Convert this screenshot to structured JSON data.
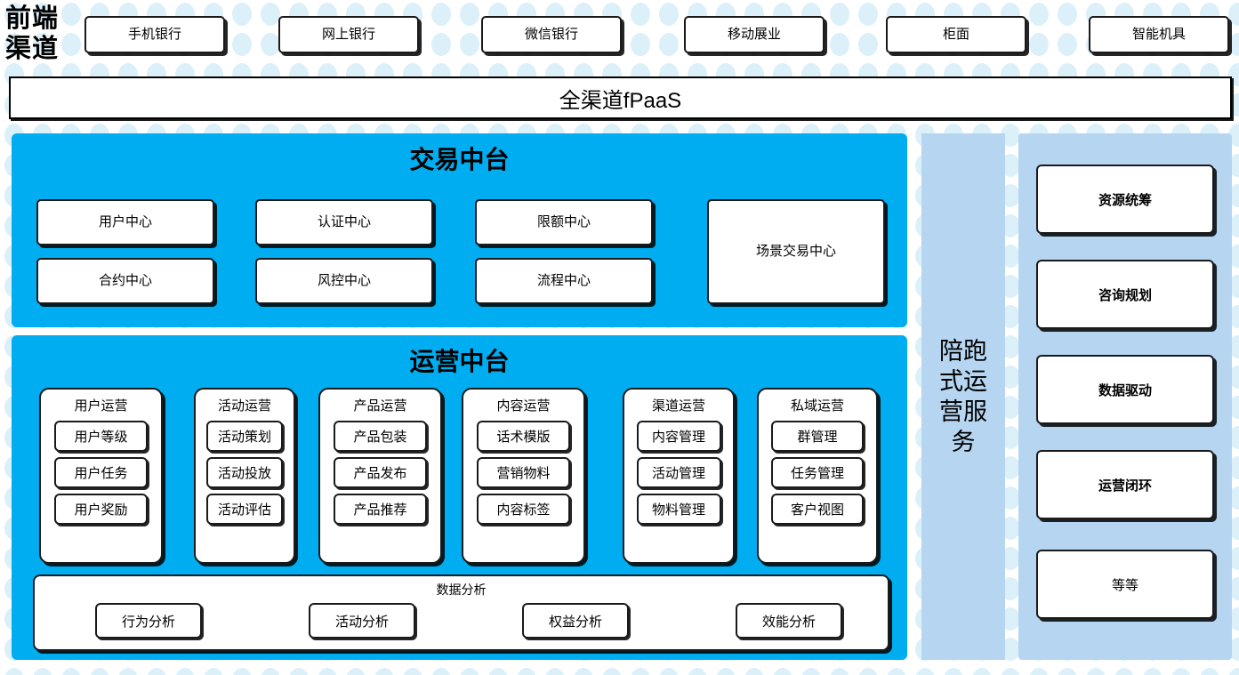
{
  "colors": {
    "cyan_panel": "#00adf0",
    "sidebar_blue": "#b5d5f0",
    "dot_blue": "#dcf0fa",
    "box_border": "#1a1a1a",
    "box_fill": "#ffffff"
  },
  "header": {
    "front_channel_label": "前端渠道",
    "channels": [
      {
        "label": "手机银行"
      },
      {
        "label": "网上银行"
      },
      {
        "label": "微信银行"
      },
      {
        "label": "移动展业"
      },
      {
        "label": "柜面"
      },
      {
        "label": "智能机具"
      }
    ],
    "platform_banner": "全渠道fPaaS"
  },
  "trade_platform": {
    "title": "交易中台",
    "small_boxes": [
      {
        "label": "用户中心"
      },
      {
        "label": "认证中心"
      },
      {
        "label": "限额中心"
      },
      {
        "label": "合约中心"
      },
      {
        "label": "风控中心"
      },
      {
        "label": "流程中心"
      }
    ],
    "large_box": {
      "label": "场景交易中心"
    }
  },
  "ops_platform": {
    "title": "运营中台",
    "columns": [
      {
        "header": "用户运营",
        "items": [
          "用户等级",
          "用户任务",
          "用户奖励"
        ]
      },
      {
        "header": "活动运营",
        "items": [
          "活动策划",
          "活动投放",
          "活动评估"
        ]
      },
      {
        "header": "产品运营",
        "items": [
          "产品包装",
          "产品发布",
          "产品推荐"
        ]
      },
      {
        "header": "内容运营",
        "items": [
          "话术模版",
          "营销物料",
          "内容标签"
        ]
      },
      {
        "header": "渠道运营",
        "items": [
          "内容管理",
          "活动管理",
          "物料管理"
        ]
      },
      {
        "header": "私域运营",
        "items": [
          "群管理",
          "任务管理",
          "客户视图"
        ]
      }
    ],
    "data_analysis": {
      "title": "数据分析",
      "items": [
        "行为分析",
        "活动分析",
        "权益分析",
        "效能分析"
      ]
    }
  },
  "side_service": {
    "vertical_label": "陪跑式运营服务",
    "cards": [
      {
        "label": "资源统筹",
        "bold": true
      },
      {
        "label": "咨询规划",
        "bold": true
      },
      {
        "label": "数据驱动",
        "bold": true
      },
      {
        "label": "运营闭环",
        "bold": true
      },
      {
        "label": "等等",
        "bold": false
      }
    ]
  }
}
